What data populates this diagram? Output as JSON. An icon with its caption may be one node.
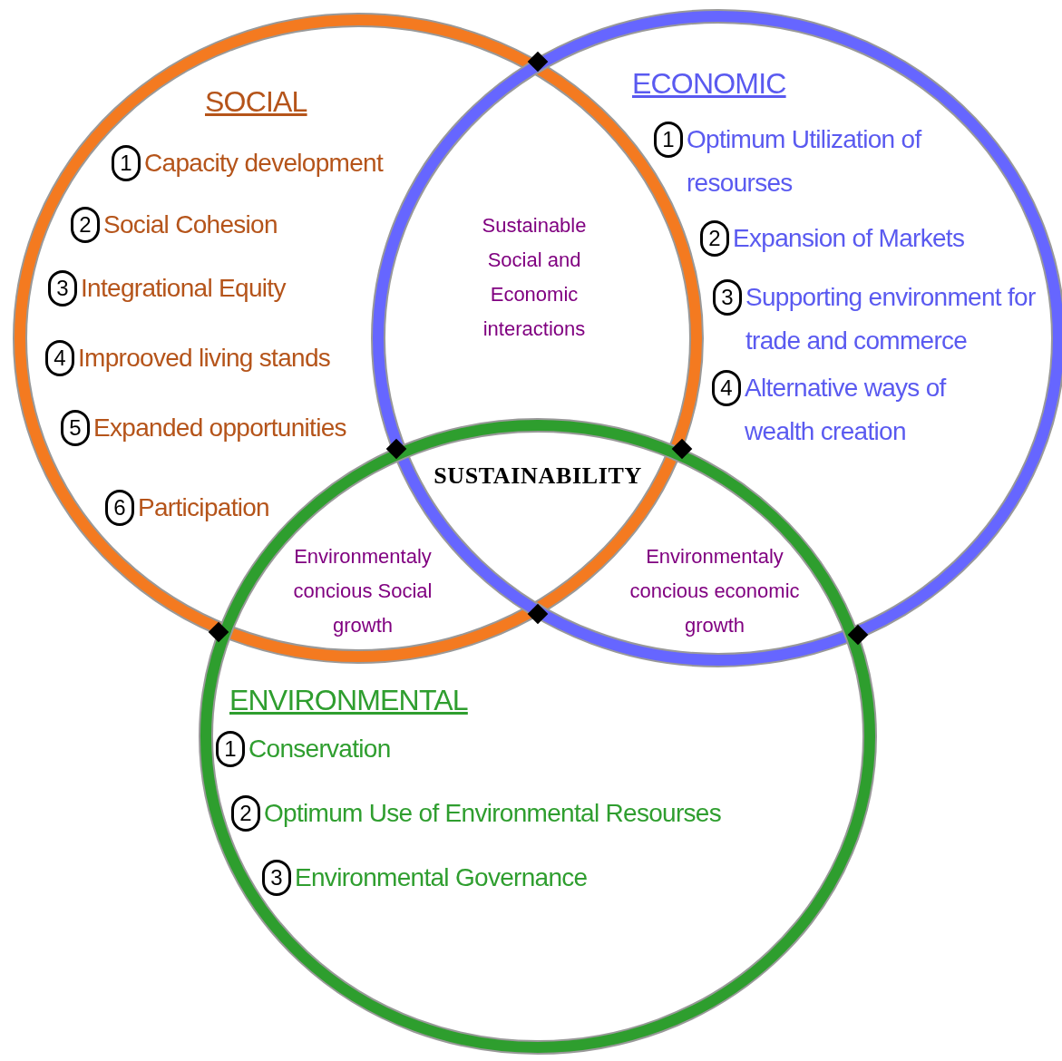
{
  "diagram": {
    "nodes": [
      {
        "text": [
          "SOCIAL",
          "1",
          "Capacity development",
          "2",
          "Social Cohesion",
          "3",
          "Integrational Equity",
          "4",
          "Improoved living stands",
          "5",
          "Expanded opportunities",
          "6",
          "Participation"
        ]
      },
      {
        "text": [
          "ECONOMIC",
          "1",
          "Optimum Utilization of resourses",
          "2",
          "Expansion of Markets",
          "3",
          "Supporting environment for trade and commerce",
          "4",
          "Alternative ways of wealth creation"
        ]
      },
      {
        "text": [
          "ENVIRONMENTAL",
          "1",
          "Conservation",
          "2",
          "Optimum Use of Environmental Resourses",
          "3",
          "Environmental Governance"
        ]
      }
    ],
    "labels": [
      "Sustainable Social and Economic interactions",
      "SUSTAINABILITY",
      "Environmentaly concious Social growth",
      "Environmentaly concious economic growth"
    ]
  }
}
